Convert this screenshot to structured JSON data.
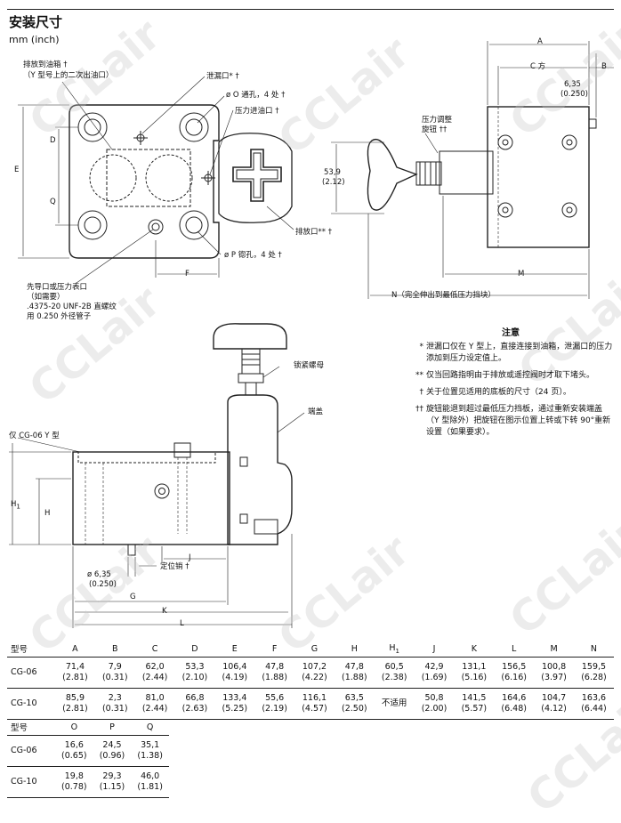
{
  "header": {
    "title": "安装尺寸",
    "unit": "mm (inch)"
  },
  "watermark": "CCLair",
  "callouts": {
    "drain_tank": "排放到油箱 †",
    "drain_tank_sub": "（Y 型号上的二次出油口）",
    "leak_port": "泄漏口* †",
    "o_holes": "ø O 通孔，4 处 †",
    "pressure_inlet": "压力进油口 †",
    "drain_port": "排放口** †",
    "p_holes": "ø P 锪孔，4 处 †",
    "pilot_port": "先导口或压力表口",
    "pilot_port_2": "（如需要）",
    "pilot_port_3": ".4375-20 UNF-2B 直螺纹",
    "pilot_port_4": "用 0.250 外径管子",
    "knob": "压力调整",
    "knob_2": "旋钮 ††",
    "locknut": "锁紧螺母",
    "end_cap": "端盖",
    "y_only": "仅 CG-06 Y 型",
    "pin": "定位销 †",
    "n_note": "N（完全伸出到最低压力挡块）"
  },
  "dims": {
    "A": "A",
    "B": "B",
    "C": "C 方",
    "D": "D",
    "E": "E",
    "F": "F",
    "Q": "Q",
    "G": "G",
    "H": "H",
    "H1": "H",
    "H1_sub": "1",
    "J": "J",
    "K": "K",
    "L": "L",
    "M": "M",
    "d635": "6,35",
    "d635_in": "(0.250)",
    "d539": "53,9",
    "d539_in": "(2.12)",
    "pin_d": "ø 6,35",
    "pin_d_in": "(0.250)"
  },
  "notes": {
    "title": "注意",
    "items": [
      {
        "mark": "*",
        "text": "泄漏口仅在 Y 型上，直接连接到油箱，泄漏口的压力添加到压力设定值上。"
      },
      {
        "mark": "**",
        "text": "仅当回路指明由于排放或遥控阀时才取下堵头。"
      },
      {
        "mark": "†",
        "text": "关于位置见适用的底板的尺寸（24 页）。"
      },
      {
        "mark": "††",
        "text": "旋钮能退到超过最低压力挡板，通过重新安装端盖（Y 型除外）把旋钮在图示位置上转或下转 90°重新设置（如果要求）。"
      }
    ]
  },
  "table1": {
    "headers": [
      "型号",
      "A",
      "B",
      "C",
      "D",
      "E",
      "F",
      "G",
      "H",
      "H1",
      "J",
      "K",
      "L",
      "M",
      "N"
    ],
    "rows": [
      {
        "model": "CG-06",
        "cells": [
          [
            "71,4",
            "(2.81)"
          ],
          [
            "7,9",
            "(0.31)"
          ],
          [
            "62,0",
            "(2.44)"
          ],
          [
            "53,3",
            "(2.10)"
          ],
          [
            "106,4",
            "(4.19)"
          ],
          [
            "47,8",
            "(1.88)"
          ],
          [
            "107,2",
            "(4.22)"
          ],
          [
            "47,8",
            "(1.88)"
          ],
          [
            "60,5",
            "(2.38)"
          ],
          [
            "42,9",
            "(1.69)"
          ],
          [
            "131,1",
            "(5.16)"
          ],
          [
            "156,5",
            "(6.16)"
          ],
          [
            "100,8",
            "(3.97)"
          ],
          [
            "159,5",
            "(6.28)"
          ]
        ]
      },
      {
        "model": "CG-10",
        "cells": [
          [
            "85,9",
            "(2.81)"
          ],
          [
            "2,3",
            "(0.31)"
          ],
          [
            "81,0",
            "(2.44)"
          ],
          [
            "66,8",
            "(2.63)"
          ],
          [
            "133,4",
            "(5.25)"
          ],
          [
            "55,6",
            "(2.19)"
          ],
          [
            "116,1",
            "(4.57)"
          ],
          [
            "63,5",
            "(2.50)"
          ],
          [
            "不适用",
            ""
          ],
          [
            "50,8",
            "(2.00)"
          ],
          [
            "141,5",
            "(5.57)"
          ],
          [
            "164,6",
            "(6.48)"
          ],
          [
            "104,7",
            "(4.12)"
          ],
          [
            "163,6",
            "(6.44)"
          ]
        ]
      }
    ]
  },
  "table2": {
    "headers": [
      "型号",
      "O",
      "P",
      "Q"
    ],
    "rows": [
      {
        "model": "CG-06",
        "cells": [
          [
            "16,6",
            "(0.65)"
          ],
          [
            "24,5",
            "(0.96)"
          ],
          [
            "35,1",
            "(1.38)"
          ]
        ]
      },
      {
        "model": "CG-10",
        "cells": [
          [
            "19,8",
            "(0.78)"
          ],
          [
            "29,3",
            "(1.15)"
          ],
          [
            "46,0",
            "(1.81)"
          ]
        ]
      }
    ]
  }
}
